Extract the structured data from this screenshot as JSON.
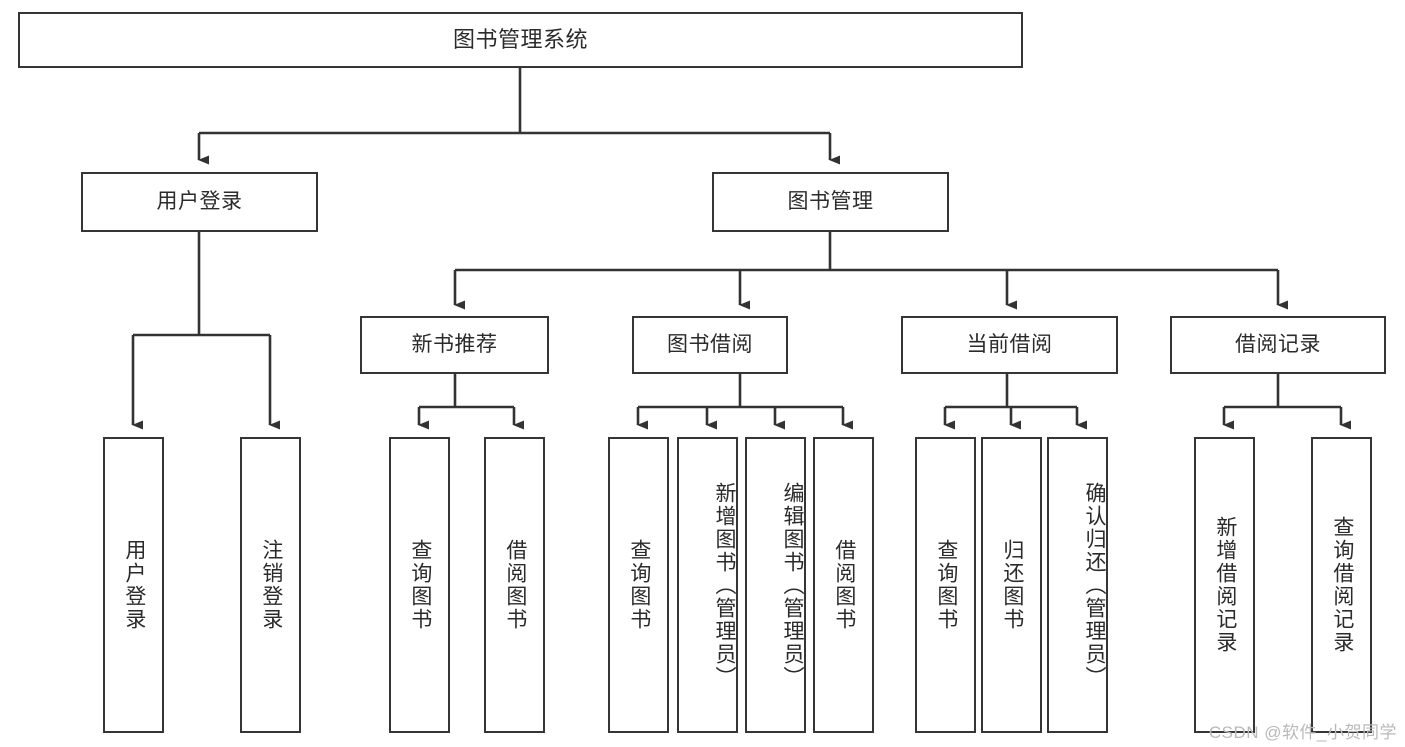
{
  "diagram": {
    "type": "tree-hierarchy",
    "title": "图书管理系统",
    "orientation": "top-down",
    "colors": {
      "box_border": "#353535",
      "box_fill": "#ffffff",
      "connector": "#333333",
      "text": "#2b2b2b",
      "watermark": "#b9b9b9",
      "page_background": "#ffffff"
    },
    "watermark": "CSDN @软件_小贺同学",
    "nodes": {
      "root": {
        "label": "图书管理系统",
        "level": 0
      },
      "level1": [
        {
          "id": "user-login",
          "label": "用户登录"
        },
        {
          "id": "book-manage",
          "label": "图书管理"
        }
      ],
      "level2": [
        {
          "id": "new-book-recommend",
          "label": "新书推荐",
          "parent": "book-manage"
        },
        {
          "id": "book-borrow",
          "label": "图书借阅",
          "parent": "book-manage"
        },
        {
          "id": "current-borrow",
          "label": "当前借阅",
          "parent": "book-manage"
        },
        {
          "id": "borrow-record",
          "label": "借阅记录",
          "parent": "book-manage"
        }
      ],
      "leaves": {
        "user-login": [
          {
            "id": "leaf-user-login",
            "label": "用户登录"
          },
          {
            "id": "leaf-user-logout",
            "label": "注销登录"
          }
        ],
        "new-book-recommend": [
          {
            "id": "leaf-query-book-1",
            "label": "查询图书"
          },
          {
            "id": "leaf-borrow-book-1",
            "label": "借阅图书"
          }
        ],
        "book-borrow": [
          {
            "id": "leaf-query-book-2",
            "label": "查询图书"
          },
          {
            "id": "leaf-add-book",
            "label": "新增图书（管理员）"
          },
          {
            "id": "leaf-edit-book",
            "label": "编辑图书（管理员）"
          },
          {
            "id": "leaf-borrow-book-2",
            "label": "借阅图书"
          }
        ],
        "current-borrow": [
          {
            "id": "leaf-query-book-3",
            "label": "查询图书"
          },
          {
            "id": "leaf-return-book",
            "label": "归还图书"
          },
          {
            "id": "leaf-confirm-return",
            "label": "确认归还（管理员）"
          }
        ],
        "borrow-record": [
          {
            "id": "leaf-add-record",
            "label": "新增借阅记录"
          },
          {
            "id": "leaf-query-record",
            "label": "查询借阅记录"
          }
        ]
      }
    }
  }
}
